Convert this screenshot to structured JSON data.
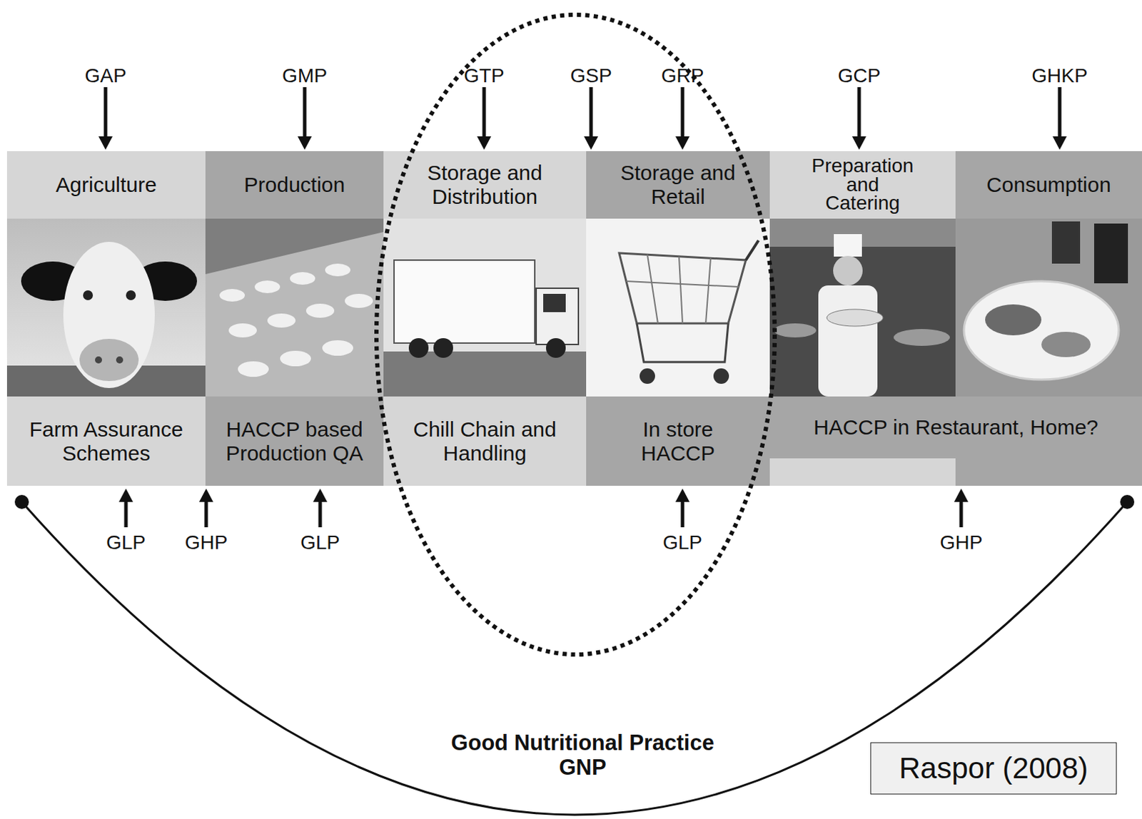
{
  "diagram": {
    "nodes": [
      {
        "text": [
          "Agriculture"
        ]
      },
      {
        "text": [
          "Production"
        ]
      },
      {
        "text": [
          "Storage and Distribution"
        ]
      },
      {
        "text": [
          "Storage and Retail"
        ]
      },
      {
        "text": [
          "Preparation and Catering"
        ]
      },
      {
        "text": [
          "Consumption"
        ]
      },
      {
        "text": [
          "Farm Assurance Schemes"
        ]
      },
      {
        "text": [
          "HACCP based Production QA"
        ]
      },
      {
        "text": [
          "Chill Chain and Handling"
        ]
      },
      {
        "text": [
          "In store HACCP"
        ]
      },
      {
        "text": [
          "HACCP in Restaurant, Home?"
        ]
      },
      {
        "text": [
          "Raspor (2008)"
        ]
      }
    ],
    "labels": [
      "GAP",
      "GMP",
      "GTP",
      "GSP",
      "GRP",
      "GCP",
      "GHKP",
      "GLP",
      "GHP",
      "GLP",
      "GLP",
      "GHP",
      "Good Nutritional Practice GNP"
    ]
  }
}
